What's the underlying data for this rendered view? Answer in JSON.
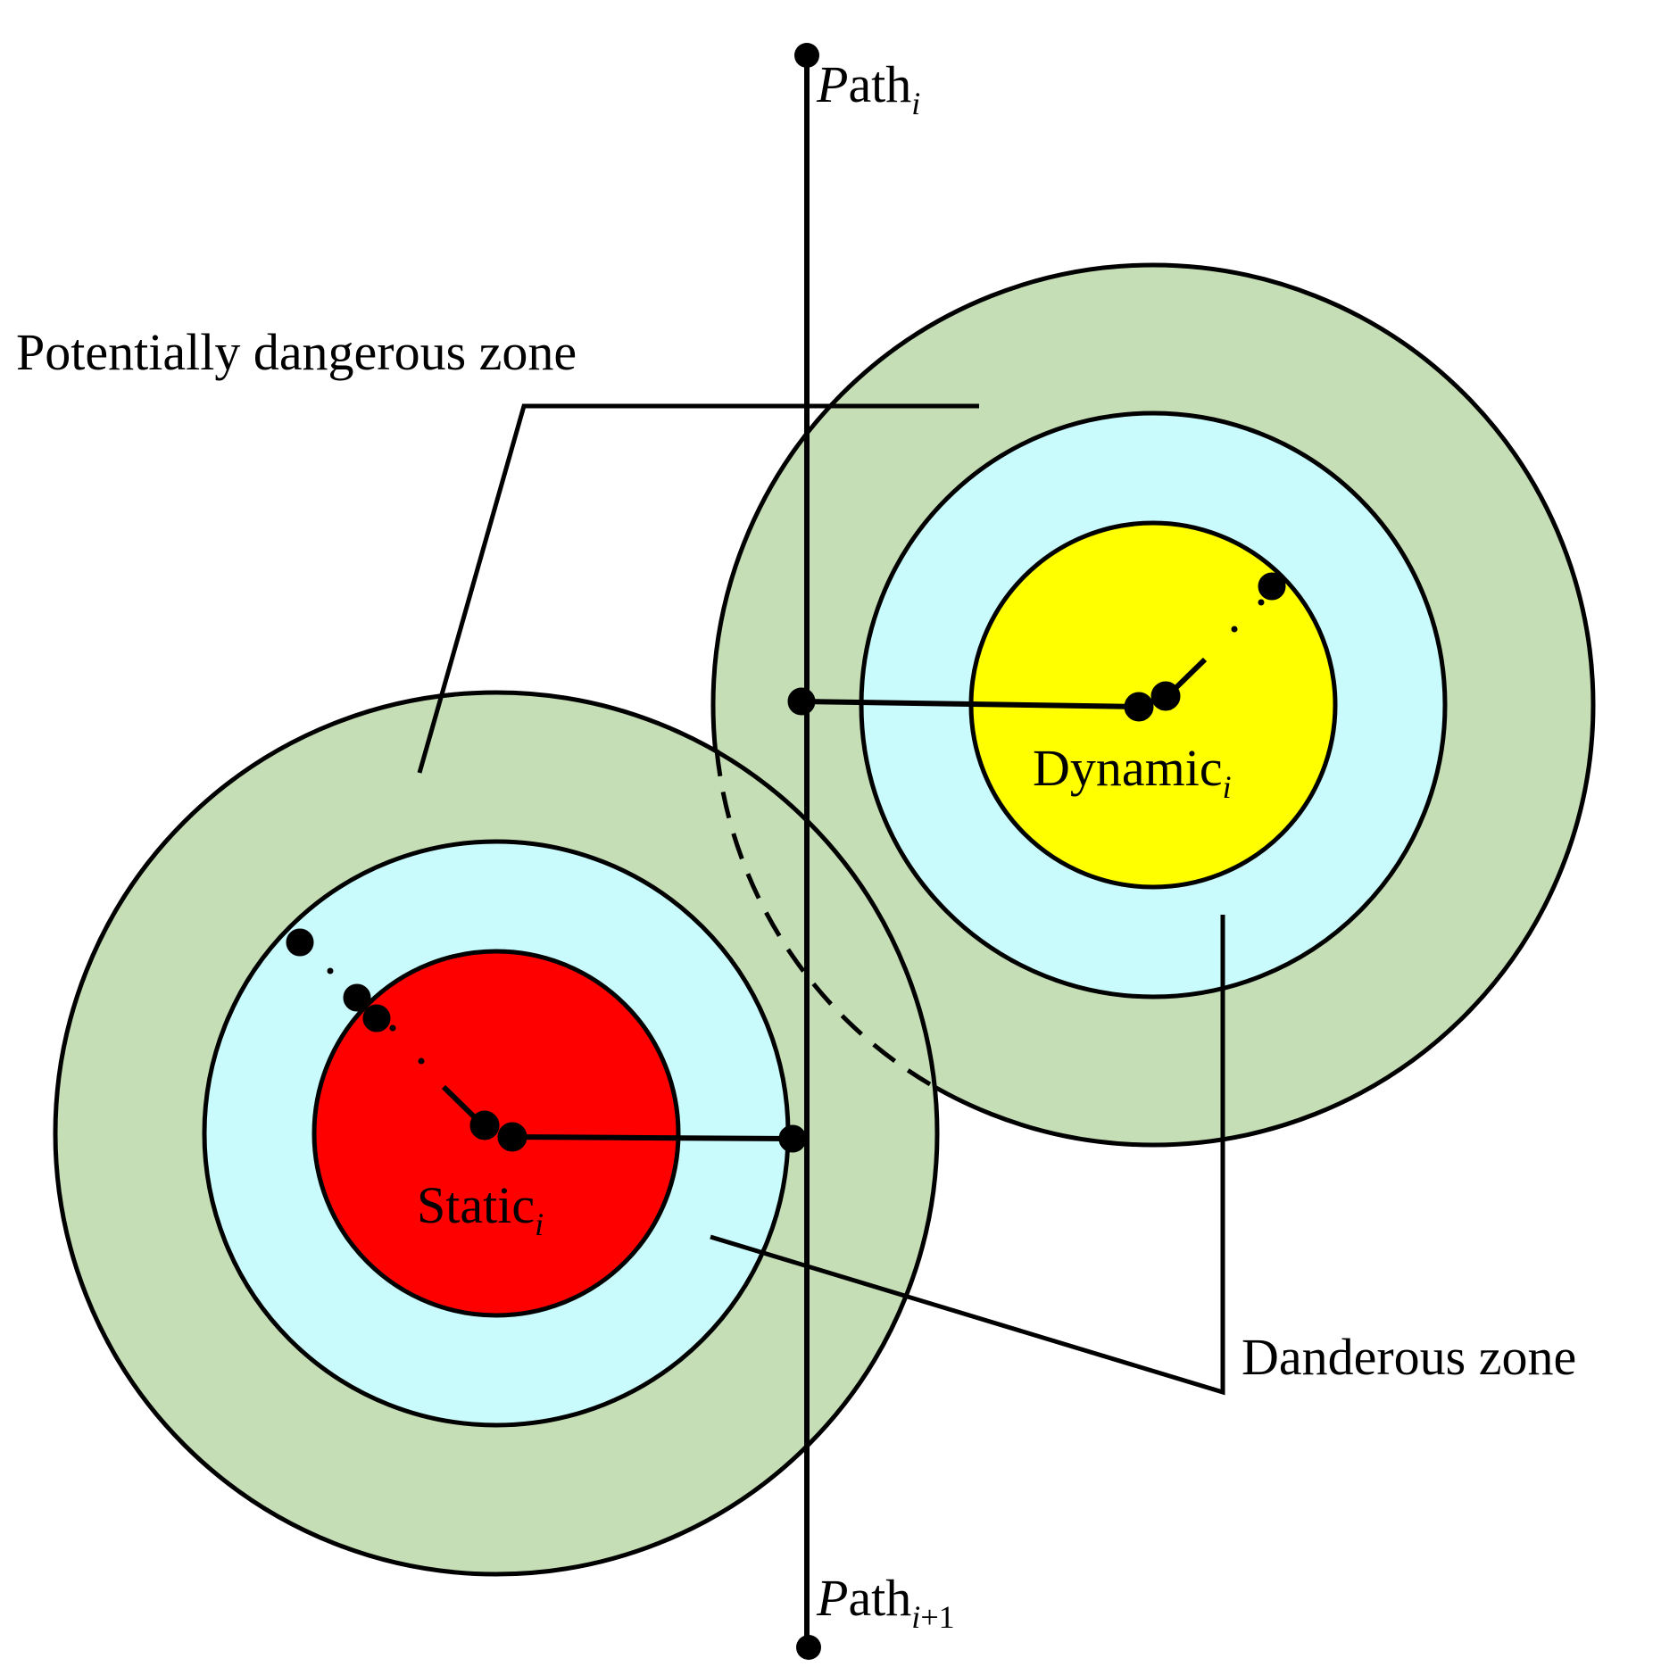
{
  "labels": {
    "potentially_dangerous_zone": "Potentially dangerous zone",
    "dangerous_zone": "Danderous zone",
    "path_top": {
      "main_italic": "P",
      "main_rest": "ath",
      "subscript": "i"
    },
    "path_bottom": {
      "main_italic": "P",
      "main_rest": "ath",
      "subscript_italic": "i",
      "subscript_rest": "+1"
    },
    "static": {
      "main": "Static",
      "subscript": "i"
    },
    "dynamic": {
      "main": "Dynamic",
      "subscript": "i"
    }
  },
  "colors": {
    "potential_zone_fill": "#C5DEB5",
    "danger_zone_fill": "#C9FAFC",
    "static_obstacle_fill": "#FF0000",
    "dynamic_obstacle_fill": "#FFFF00",
    "stroke": "#000000",
    "background": "#FFFFFF"
  }
}
